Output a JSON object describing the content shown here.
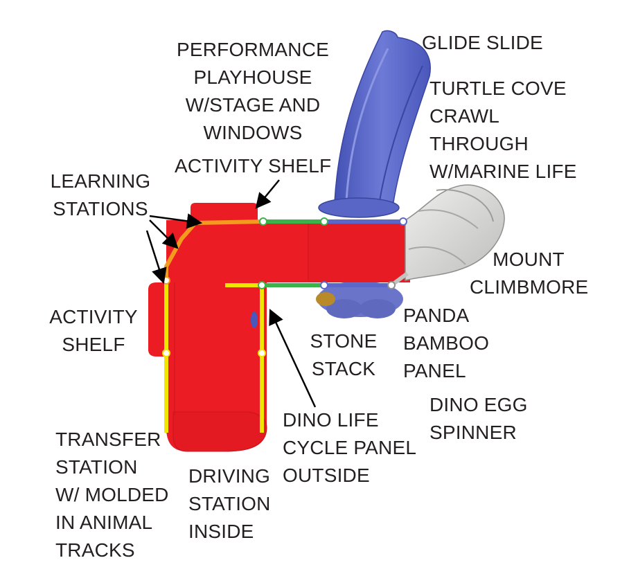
{
  "colors": {
    "playhouse_red": "#ec1c24",
    "playhouse_red_dark": "#c8141c",
    "slide_blue": "#5b68c9",
    "slide_blue_dark": "#3f4aa8",
    "rail_green": "#3cb34a",
    "rail_yellow": "#f2e600",
    "rail_orange": "#f39a1f",
    "tunnel_gray": "#d4d4d2",
    "label_text": "#231f20",
    "arrow": "#000000"
  },
  "labels": {
    "glide_slide": [
      "GLIDE SLIDE"
    ],
    "performance_playhouse": [
      "PERFORMANCE",
      "PLAYHOUSE",
      "W/STAGE AND",
      "WINDOWS"
    ],
    "activity_shelf_top": [
      "ACTIVITY SHELF"
    ],
    "turtle_cove": [
      "TURTLE COVE",
      "CRAWL",
      "THROUGH",
      "W/MARINE LIFE"
    ],
    "learning_stations": [
      "LEARNING",
      "STATIONS"
    ],
    "mount_climbmore": [
      "MOUNT",
      "CLIMBMORE"
    ],
    "activity_shelf_left": [
      "ACTIVITY",
      "SHELF"
    ],
    "panda_bamboo": [
      "PANDA",
      "BAMBOO",
      "PANEL"
    ],
    "stone_stack": [
      "STONE",
      "STACK"
    ],
    "dino_egg": [
      "DINO EGG",
      "SPINNER"
    ],
    "dino_life": [
      "DINO LIFE",
      "CYCLE PANEL",
      "OUTSIDE"
    ],
    "transfer_station": [
      "TRANSFER",
      "STATION",
      "W/ MOLDED",
      "IN ANIMAL",
      "TRACKS"
    ],
    "driving_station": [
      "DRIVING",
      "STATION",
      "INSIDE"
    ]
  }
}
